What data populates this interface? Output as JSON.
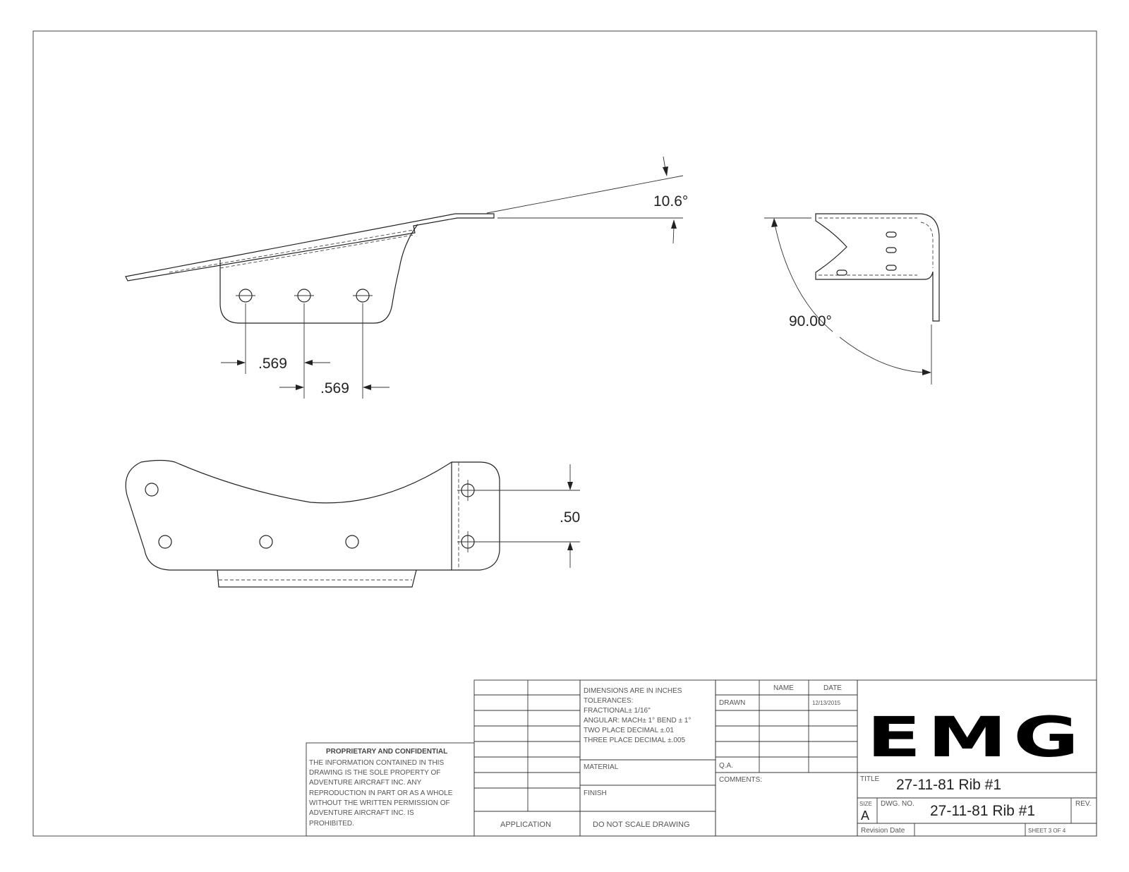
{
  "dimensions": {
    "angle_top": "10.6°",
    "angle_bend": "90.00°",
    "hole_spacing_1": ".569",
    "hole_spacing_2": ".569",
    "hole_pitch": ".50"
  },
  "title_block": {
    "dimensions_note": "DIMENSIONS ARE IN INCHES",
    "tolerances": "TOLERANCES:",
    "fractional": "FRACTIONAL± 1/16\"",
    "angular": "ANGULAR: MACH± 1° BEND ± 1°",
    "two_place": "TWO PLACE DECIMAL    ±.01",
    "three_place": "THREE PLACE DECIMAL  ±.005",
    "material": "MATERIAL",
    "finish": "FINISH",
    "do_not_scale": "DO NOT SCALE DRAWING",
    "application": "APPLICATION",
    "name_header": "NAME",
    "date_header": "DATE",
    "drawn": "DRAWN",
    "drawn_date": "12/13/2015",
    "qa": "Q.A.",
    "comments": "COMMENTS:",
    "proprietary_title": "PROPRIETARY AND CONFIDENTIAL",
    "proprietary_lines": [
      "THE INFORMATION CONTAINED IN THIS",
      "DRAWING IS THE SOLE PROPERTY OF",
      "ADVENTURE AIRCRAFT INC.  ANY",
      "REPRODUCTION IN PART OR AS A WHOLE",
      "WITHOUT THE WRITTEN PERMISSION OF",
      "ADVENTURE AIRCRAFT INC. IS",
      "PROHIBITED."
    ],
    "logo_text": "EMG",
    "title_label": "TITLE",
    "title": "27-11-81 Rib #1",
    "size_label": "SIZE",
    "size": "A",
    "dwg_no_label": "DWG.  NO.",
    "dwg_no": "27-11-81 Rib #1",
    "rev_label": "REV.",
    "revision_date": "Revision Date",
    "sheet": "SHEET 3 OF 4"
  }
}
